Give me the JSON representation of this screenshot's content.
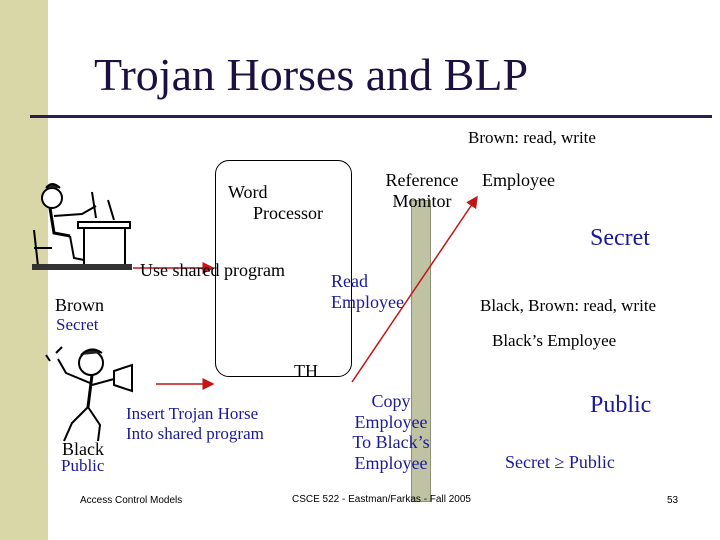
{
  "title": "Trojan Horses and BLP",
  "brown_rights": "Brown: read, write",
  "reference_monitor": [
    "Reference",
    "Monitor"
  ],
  "employee_file": "Employee",
  "secret_level": "Secret",
  "word_processor": [
    "Word",
    "Processor"
  ],
  "use_shared_program": "Use shared program",
  "read_employee": [
    "Read",
    "Employee"
  ],
  "brown": {
    "name": "Brown",
    "level": "Secret"
  },
  "black_brown_rights": "Black, Brown: read, write",
  "blacks_employee": "Black’s Employee",
  "th_label": "TH",
  "insert_trojan": [
    "Insert Trojan Horse",
    "Into shared program"
  ],
  "copy_employee": [
    "Copy",
    "Employee",
    "To Black’s",
    "Employee"
  ],
  "public_level": "Public",
  "black": {
    "name": "Black",
    "level": "Public"
  },
  "dominance": "Secret ≥ Public",
  "footer": {
    "left": "Access Control Models",
    "center": "CSCE 522 - Eastman/Farkas - Fall 2005",
    "page": "53"
  },
  "colors": {
    "arrow": "#c41414",
    "level_text": "#1a1a9a",
    "title": "#1c1040",
    "sidebar": "#d9d7a8",
    "monitor": "#bfc3a3"
  },
  "icons": [
    "brown-person-at-desk-icon",
    "black-person-with-megaphone-icon"
  ]
}
